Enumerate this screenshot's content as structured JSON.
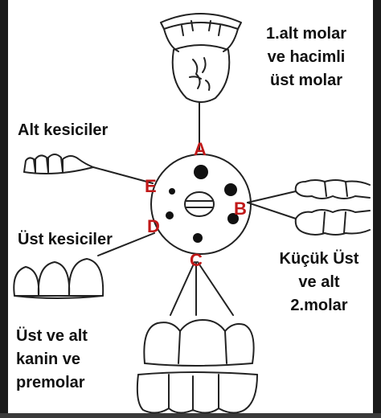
{
  "labels": {
    "top_right": [
      "1.alt molar",
      "ve hacimli",
      "üst molar"
    ],
    "left_upper": "Alt kesiciler",
    "left_middle": "Üst kesiciler",
    "right_middle": [
      "Küçük Üst",
      "ve alt",
      "2.molar"
    ],
    "bottom_left": [
      "Üst ve alt",
      "kanin ve",
      "premolar"
    ]
  },
  "letters": [
    "A",
    "B",
    "C",
    "D",
    "E"
  ],
  "colors": {
    "letter": "#c01818",
    "ink": "#111111",
    "frame": "#1a1a1a"
  }
}
